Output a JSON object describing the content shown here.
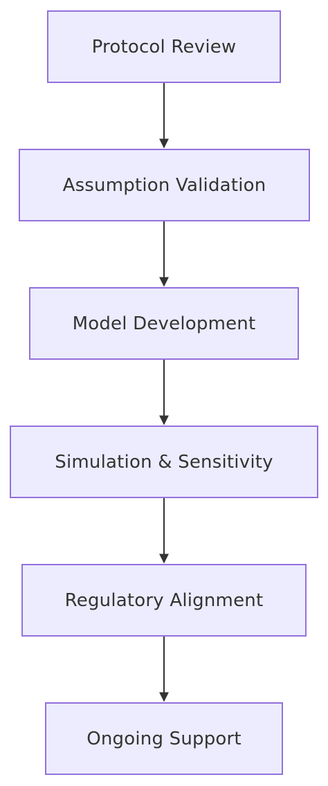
{
  "diagram": {
    "type": "flowchart",
    "direction": "top-down",
    "colors": {
      "node_fill": "#ececfe",
      "node_border": "#9370db",
      "text": "#333333",
      "edge": "#333333"
    },
    "nodes": [
      {
        "id": "protocol-review",
        "label": "Protocol Review"
      },
      {
        "id": "assumption-validation",
        "label": "Assumption Validation"
      },
      {
        "id": "model-development",
        "label": "Model Development"
      },
      {
        "id": "simulation-sensitivity",
        "label": "Simulation & Sensitivity"
      },
      {
        "id": "regulatory-alignment",
        "label": "Regulatory Alignment"
      },
      {
        "id": "ongoing-support",
        "label": "Ongoing Support"
      }
    ],
    "edges": [
      {
        "from": "protocol-review",
        "to": "assumption-validation"
      },
      {
        "from": "assumption-validation",
        "to": "model-development"
      },
      {
        "from": "model-development",
        "to": "simulation-sensitivity"
      },
      {
        "from": "simulation-sensitivity",
        "to": "regulatory-alignment"
      },
      {
        "from": "regulatory-alignment",
        "to": "ongoing-support"
      }
    ]
  }
}
